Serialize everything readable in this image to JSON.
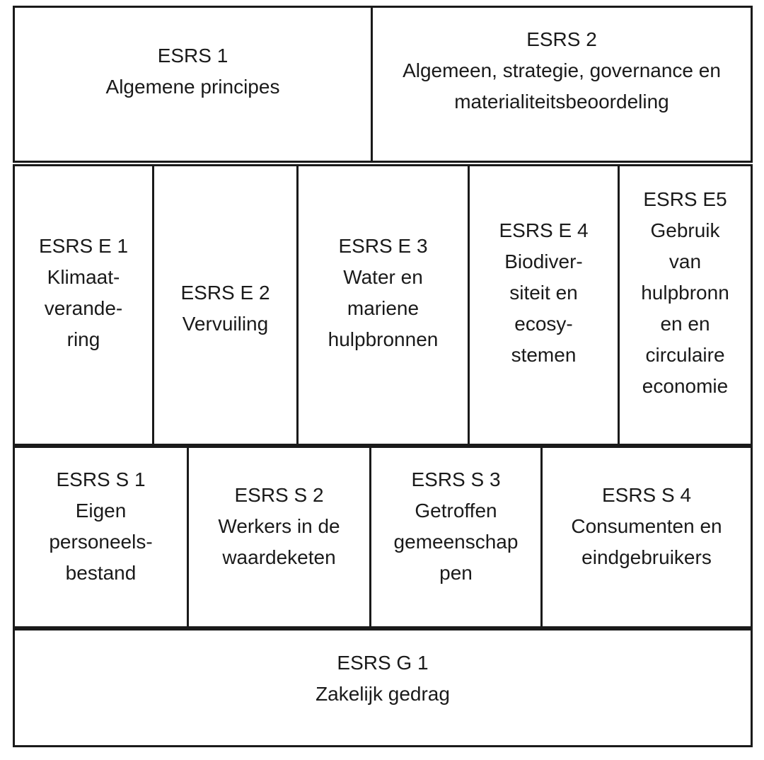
{
  "rows": [
    {
      "cells": [
        {
          "code": "ESRS 1",
          "label": "Algemene principes"
        },
        {
          "code": "ESRS 2",
          "label": "Algemeen, strategie, governance en\nmaterialiteitsbeoordeling"
        }
      ]
    },
    {
      "cells": [
        {
          "code": "ESRS E 1",
          "label": "Klimaat-\nverande-\nring"
        },
        {
          "code": "ESRS E 2",
          "label": "Vervuiling"
        },
        {
          "code": "ESRS E 3",
          "label": "Water en\nmariene\nhulpbronnen"
        },
        {
          "code": "ESRS E 4",
          "label": "Biodiver-\nsiteit en\necosy-\nstemen"
        },
        {
          "code": "ESRS E5",
          "label": "Gebruik\nvan\nhulpbronn\nen en\ncirculaire\neconomie"
        }
      ]
    },
    {
      "cells": [
        {
          "code": "ESRS S 1",
          "label": "Eigen\npersoneels-\nbestand"
        },
        {
          "code": "ESRS S 2",
          "label": "Werkers in de\nwaardeketen"
        },
        {
          "code": "ESRS S 3",
          "label": "Getroffen\ngemeenschap\npen"
        },
        {
          "code": "ESRS S 4",
          "label": "Consumenten en\neindgebruikers"
        }
      ]
    },
    {
      "cells": [
        {
          "code": "ESRS G 1",
          "label": "Zakelijk gedrag"
        }
      ]
    }
  ]
}
